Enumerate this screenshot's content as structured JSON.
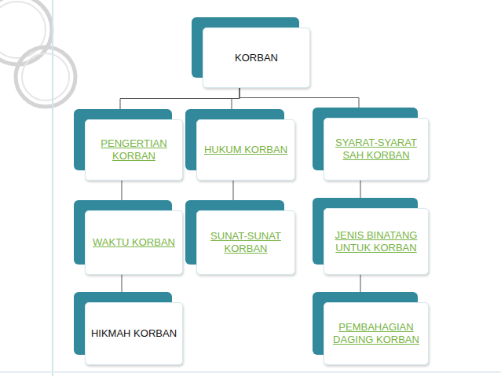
{
  "diagram": {
    "nodes": [
      {
        "text": [
          "KORBAN"
        ]
      },
      {
        "text": [
          "PENGERTIAN KORBAN"
        ]
      },
      {
        "text": [
          "HUKUM KORBAN"
        ]
      },
      {
        "text": [
          "SYARAT-SYARAT SAH KORBAN"
        ]
      },
      {
        "text": [
          "WAKTU KORBAN"
        ]
      },
      {
        "text": [
          "SUNAT-SUNAT KORBAN"
        ]
      },
      {
        "text": [
          "JENIS BINATANG UNTUK KORBAN"
        ]
      },
      {
        "text": [
          "HIKMAH KORBAN"
        ]
      },
      {
        "text": [
          "PEMBAHAGIAN DAGING KORBAN"
        ]
      }
    ],
    "edges": [
      {
        "from": 0,
        "to": 1,
        "arrow": "none"
      },
      {
        "from": 0,
        "to": 2,
        "arrow": "none"
      },
      {
        "from": 0,
        "to": 3,
        "arrow": "none"
      },
      {
        "from": 1,
        "to": 4,
        "arrow": "none"
      },
      {
        "from": 2,
        "to": 5,
        "arrow": "none"
      },
      {
        "from": 3,
        "to": 6,
        "arrow": "none"
      },
      {
        "from": 4,
        "to": 7,
        "arrow": "none"
      },
      {
        "from": 6,
        "to": 8,
        "arrow": "none"
      }
    ]
  }
}
